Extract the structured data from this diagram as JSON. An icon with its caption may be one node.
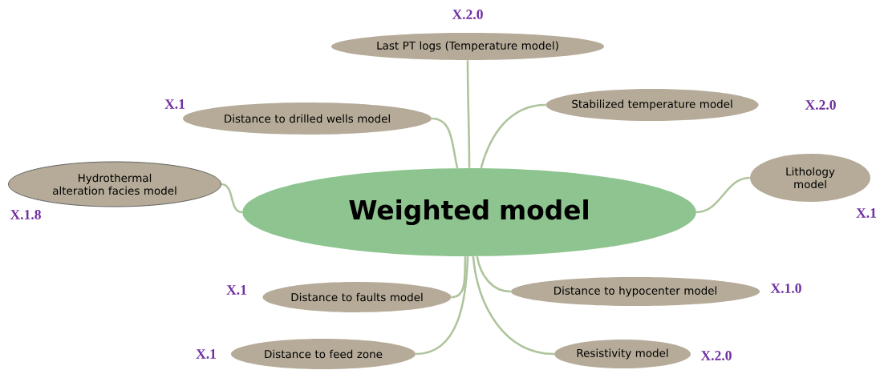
{
  "diagram": {
    "nodes": [
      {
        "text": [
          "Weighted model"
        ]
      },
      {
        "text": [
          "Last PT logs (Temperature model)"
        ],
        "beside": [
          "X.2.0"
        ]
      },
      {
        "text": [
          "Stabilized temperature model"
        ],
        "beside": [
          "X.2.0"
        ]
      },
      {
        "text": [
          "Distance to drilled wells model"
        ],
        "beside": [
          "X.1"
        ]
      },
      {
        "text": [
          "Hydrothermal alteration facies model"
        ],
        "beside": [
          "X.1.8"
        ]
      },
      {
        "text": [
          "Lithology model"
        ],
        "beside": [
          "X.1"
        ]
      },
      {
        "text": [
          "Distance to faults model"
        ],
        "beside": [
          "X.1"
        ]
      },
      {
        "text": [
          "Distance to hypocenter model"
        ],
        "beside": [
          "X.1.0"
        ]
      },
      {
        "text": [
          "Distance to feed zone"
        ],
        "beside": [
          "X.1"
        ]
      },
      {
        "text": [
          "Resistivity model"
        ],
        "beside": [
          "X.2.0"
        ]
      }
    ],
    "edges": [
      {
        "from": 0,
        "to": 1,
        "arrow": "none"
      },
      {
        "from": 0,
        "to": 2,
        "arrow": "none"
      },
      {
        "from": 0,
        "to": 3,
        "arrow": "none"
      },
      {
        "from": 0,
        "to": 4,
        "arrow": "none"
      },
      {
        "from": 0,
        "to": 5,
        "arrow": "none"
      },
      {
        "from": 0,
        "to": 6,
        "arrow": "none"
      },
      {
        "from": 0,
        "to": 7,
        "arrow": "none"
      },
      {
        "from": 0,
        "to": 8,
        "arrow": "none"
      },
      {
        "from": 0,
        "to": 9,
        "arrow": "none"
      }
    ]
  }
}
